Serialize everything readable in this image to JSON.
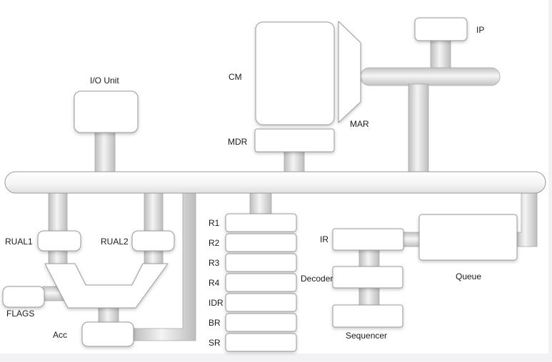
{
  "components": {
    "io_unit": "I/O Unit",
    "cm": "CM",
    "mar": "MAR",
    "mdr": "MDR",
    "ip": "IP",
    "rual1": "RUAL1",
    "rual2": "RUAL2",
    "flags": "FLAGS",
    "acc": "Acc",
    "ir": "IR",
    "decoder": "Decoder",
    "sequencer": "Sequencer",
    "queue": "Queue"
  },
  "registers": [
    "R1",
    "R2",
    "R3",
    "R4",
    "IDR",
    "BR",
    "SR"
  ]
}
